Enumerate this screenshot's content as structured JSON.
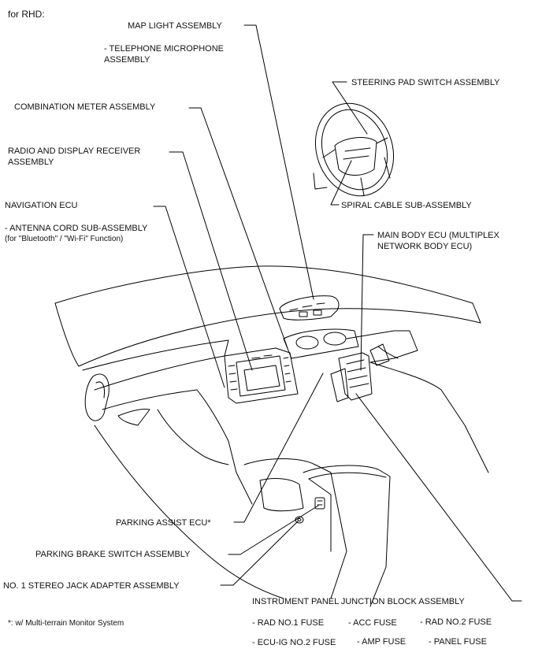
{
  "header": {
    "variant": "for RHD:"
  },
  "callouts": {
    "map_light": "MAP LIGHT ASSEMBLY",
    "telephone_mic_1": "- TELEPHONE MICROPHONE",
    "telephone_mic_2": "ASSEMBLY",
    "steering_pad": "STEERING PAD SWITCH ASSEMBLY",
    "combination_meter": "COMBINATION METER ASSEMBLY",
    "radio_display_1": "RADIO AND DISPLAY RECEIVER",
    "radio_display_2": "ASSEMBLY",
    "spiral_cable": "SPIRAL CABLE SUB-ASSEMBLY",
    "navigation_ecu": "NAVIGATION ECU",
    "antenna_cord_1": "- ANTENNA CORD SUB-ASSEMBLY",
    "antenna_cord_2": "(for \"Bluetooth\" / \"Wi-Fi\" Function)",
    "main_body_ecu_1": "MAIN BODY ECU (MULTIPLEX",
    "main_body_ecu_2": "NETWORK BODY ECU)",
    "parking_assist_ecu": "PARKING ASSIST ECU*",
    "parking_brake_switch": "PARKING BRAKE SWITCH ASSEMBLY",
    "stereo_jack_adapter": "NO. 1 STEREO JACK ADAPTER ASSEMBLY",
    "instrument_panel_jb": "INSTRUMENT PANEL JUNCTION BLOCK ASSEMBLY"
  },
  "fuses": {
    "rad_no1": "- RAD NO.1 FUSE",
    "acc": "- ACC FUSE",
    "rad_no2": "- RAD NO.2 FUSE",
    "ecu_ig_no2": "- ECU-IG NO.2 FUSE",
    "amp": "- AMP FUSE",
    "panel": "- PANEL FUSE"
  },
  "footnote": "*: w/ Multi-terrain Monitor System"
}
